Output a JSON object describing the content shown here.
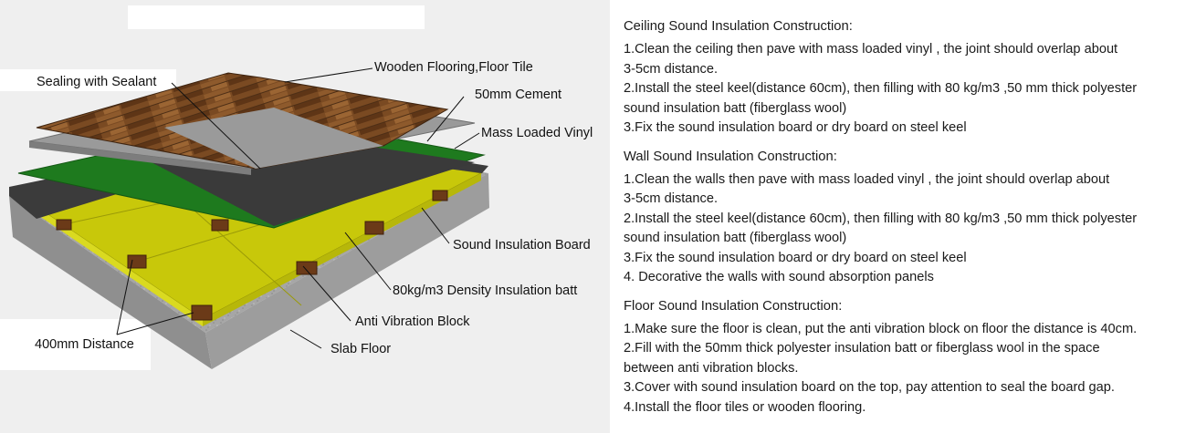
{
  "diagram": {
    "labels": {
      "wooden_flooring": "Wooden Flooring,Floor Tile",
      "sealing": "Sealing with Sealant",
      "cement": "50mm Cement",
      "mass_loaded_vinyl": "Mass Loaded Vinyl",
      "sound_board": "Sound Insulation Board",
      "insulation_batt": "80kg/m3 Density Insulation batt",
      "anti_vibration": "Anti Vibration Block",
      "distance": "400mm Distance",
      "slab_floor": "Slab Floor"
    },
    "colors": {
      "wood": "#7a4a22",
      "cement": "#9a9a9a",
      "vinyl": "#1e7a1e",
      "board": "#404040",
      "batt": "#c8c80a",
      "block": "#6b3a18",
      "slab": "#a9a9a9"
    }
  },
  "sections": [
    {
      "title": "Ceiling Sound Insulation Construction:",
      "lines": [
        "1.Clean the ceiling then pave with mass loaded vinyl , the joint should overlap about",
        "3-5cm distance.",
        "2.Install the steel keel(distance 60cm), then filling with 80 kg/m3 ,50 mm thick polyester",
        "sound insulation batt (fiberglass wool)",
        "3.Fix the sound insulation board or dry board on steel keel"
      ]
    },
    {
      "title": "Wall Sound Insulation Construction:",
      "lines": [
        "1.Clean the walls then pave with mass loaded vinyl , the joint should overlap about",
        "3-5cm distance.",
        "2.Install the steel keel(distance 60cm), then filling with 80 kg/m3 ,50 mm thick polyester",
        " sound insulation batt (fiberglass wool)",
        "3.Fix the sound insulation board or dry board on steel keel",
        "4. Decorative the walls with sound absorption panels"
      ]
    },
    {
      "title": "Floor Sound Insulation Construction:",
      "lines": [
        "1.Make sure the floor is clean, put the anti vibration block on floor the distance is 40cm.",
        "2.Fill with the 50mm thick polyester insulation batt or fiberglass wool in the space",
        "between anti vibration blocks.",
        "3.Cover with sound insulation board on the top, pay attention to seal the board gap.",
        "4.Install the floor tiles or wooden flooring."
      ]
    }
  ]
}
